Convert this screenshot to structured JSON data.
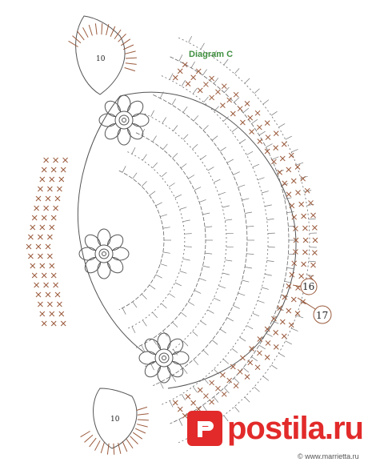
{
  "diagram": {
    "title": "Diagram C",
    "motif_label_top": "10",
    "motif_label_bottom": "10",
    "row_labels": [
      "16",
      "17"
    ]
  },
  "watermark": {
    "brand": "postila.ru",
    "url": "© www.marrietta.ru"
  },
  "colors": {
    "stitch_brown": "#9a5a3c",
    "line_gray": "#555555",
    "title_green": "#3f8f3f",
    "brand_red": "#e22a2a"
  }
}
